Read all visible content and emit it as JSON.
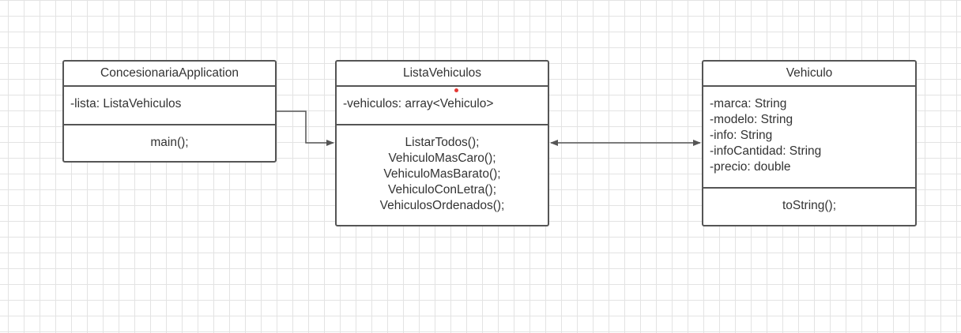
{
  "colors": {
    "stroke": "#555555",
    "text": "#333333",
    "grid": "#e3e3e3",
    "selection_dot": "#e53935"
  },
  "classes": [
    {
      "name": "ConcesionariaApplication",
      "attributes": [
        "-lista: ListaVehiculos"
      ],
      "methods": [
        "main();"
      ]
    },
    {
      "name": "ListaVehiculos",
      "attributes": [
        "-vehiculos: array<Vehiculo>"
      ],
      "methods": [
        "ListarTodos();",
        "VehiculoMasCaro();",
        "VehiculoMasBarato();",
        "VehiculoConLetra();",
        "VehiculosOrdenados();"
      ]
    },
    {
      "name": "Vehiculo",
      "attributes": [
        "-marca: String",
        "-modelo: String",
        "-info: String",
        "-infoCantidad: String",
        "-precio: double"
      ],
      "methods": [
        "toString();"
      ]
    }
  ],
  "relations": [
    {
      "from": "ConcesionariaApplication",
      "to": "ListaVehiculos",
      "type": "directed-association"
    },
    {
      "from": "ListaVehiculos",
      "to": "Vehiculo",
      "type": "bidirectional-association"
    }
  ]
}
